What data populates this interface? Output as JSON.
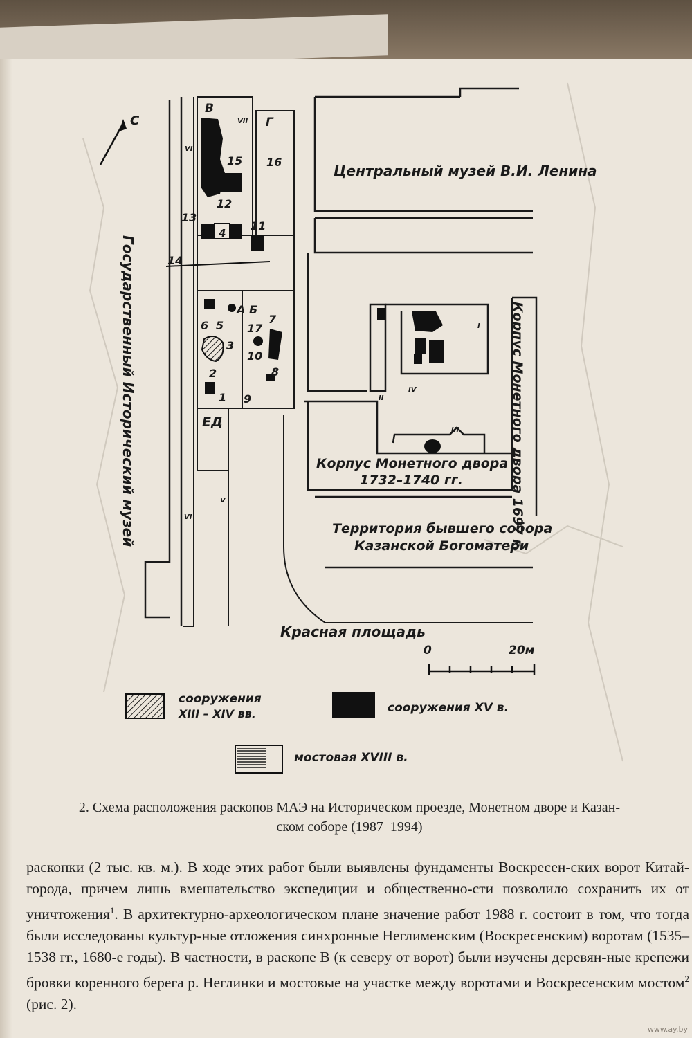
{
  "map": {
    "north_arrow": "С",
    "museum_left": "Государственный Исторический музей",
    "lenin_museum": "Центральный музей В.И. Ленина",
    "mint_vertical": "Корпус Монетного двора 1697 г.",
    "mint_building_line1": "Корпус Монетного двора",
    "mint_building_line2": "1732–1740 гг.",
    "cathedral_line1": "Территория бывшего собора",
    "cathedral_line2": "Казанской Богоматери",
    "red_square": "Красная площадь",
    "ed": "ЕД",
    "section_labels": [
      "В",
      "Г",
      "А",
      "Б"
    ],
    "roman": [
      "VII",
      "VI",
      "V",
      "VI",
      "I",
      "II",
      "III",
      "IV"
    ],
    "numbers": [
      "15",
      "16",
      "12",
      "13",
      "4",
      "11",
      "14",
      "5",
      "6",
      "3",
      "2",
      "1",
      "17",
      "7",
      "10",
      "8",
      "9"
    ],
    "scale": {
      "start": "0",
      "end": "20м"
    }
  },
  "legend": {
    "hatched": {
      "line1": "сооружения",
      "line2": "XIII – XIV вв."
    },
    "solid": {
      "label": "сооружения XV в."
    },
    "paving": {
      "label": "мостовая XVIII в."
    }
  },
  "caption": {
    "line1": "2. Схема расположения раскопов МАЭ на Историческом проезде, Монетном дворе и Казан-",
    "line2": "ском соборе (1987–1994)"
  },
  "body": {
    "p1": "раскопки (2 тыс. кв. м.). В ходе этих работ были выявлены фундаменты Воскресен-ских ворот Китай-города, причем лишь вмешательство экспедиции и общественно-сти позволило сохранить их от уничтожения",
    "fn1": "1",
    "p2": ". В архитектурно-археологическом плане значение работ 1988 г. состоит в том, что тогда были исследованы культур-ные отложения синхронные Неглименским (Воскресенским) воротам (1535–1538 гг., 1680-е годы). В частности, в раскопе В (к северу от ворот) были изучены деревян-ные крепежи бровки коренного берега р. Неглинки и мостовые на участке между воротами и Воскресенским мостом",
    "fn2": "2",
    "p3": " (рис. 2)."
  },
  "watermark": "www.ay.by"
}
